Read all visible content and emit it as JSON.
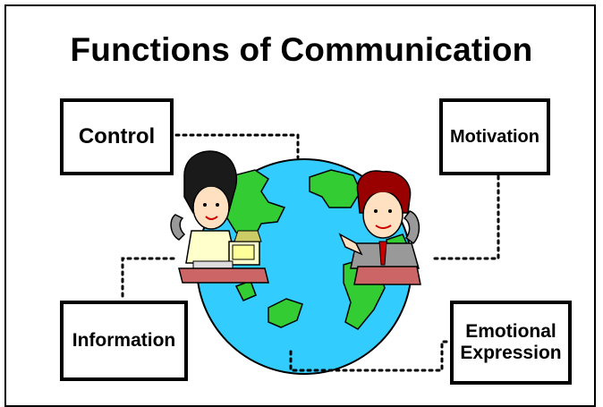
{
  "title": "Functions of Communication",
  "functions": {
    "control": "Control",
    "motivation": "Motivation",
    "information": "Information",
    "emotional_expression": [
      "Emotional",
      "Expression"
    ]
  },
  "colors": {
    "ocean": "#33ccff",
    "land": "#33cc33",
    "desk": "#cc6666",
    "outline": "#000000"
  }
}
